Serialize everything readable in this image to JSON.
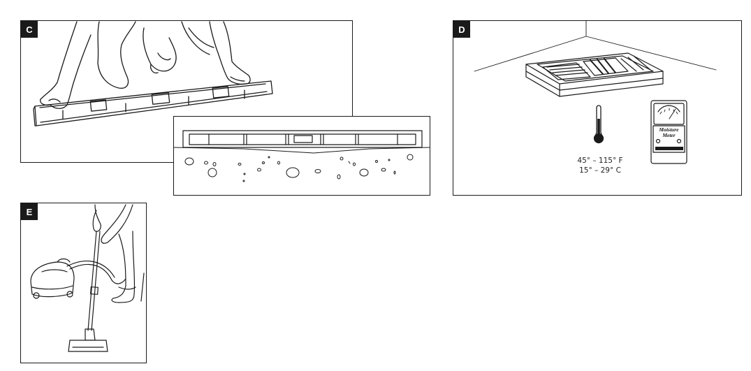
{
  "panels": {
    "c": {
      "label": "C"
    },
    "d": {
      "label": "D"
    },
    "e": {
      "label": "E"
    }
  },
  "temperature": {
    "fahrenheit": "45° – 115° F",
    "celsius": "15° – 29° C"
  },
  "moisture_meter": {
    "label_line1": "Moisture",
    "label_line2": "Meter"
  },
  "colors": {
    "ink": "#1a1a1a",
    "background": "#ffffff"
  }
}
